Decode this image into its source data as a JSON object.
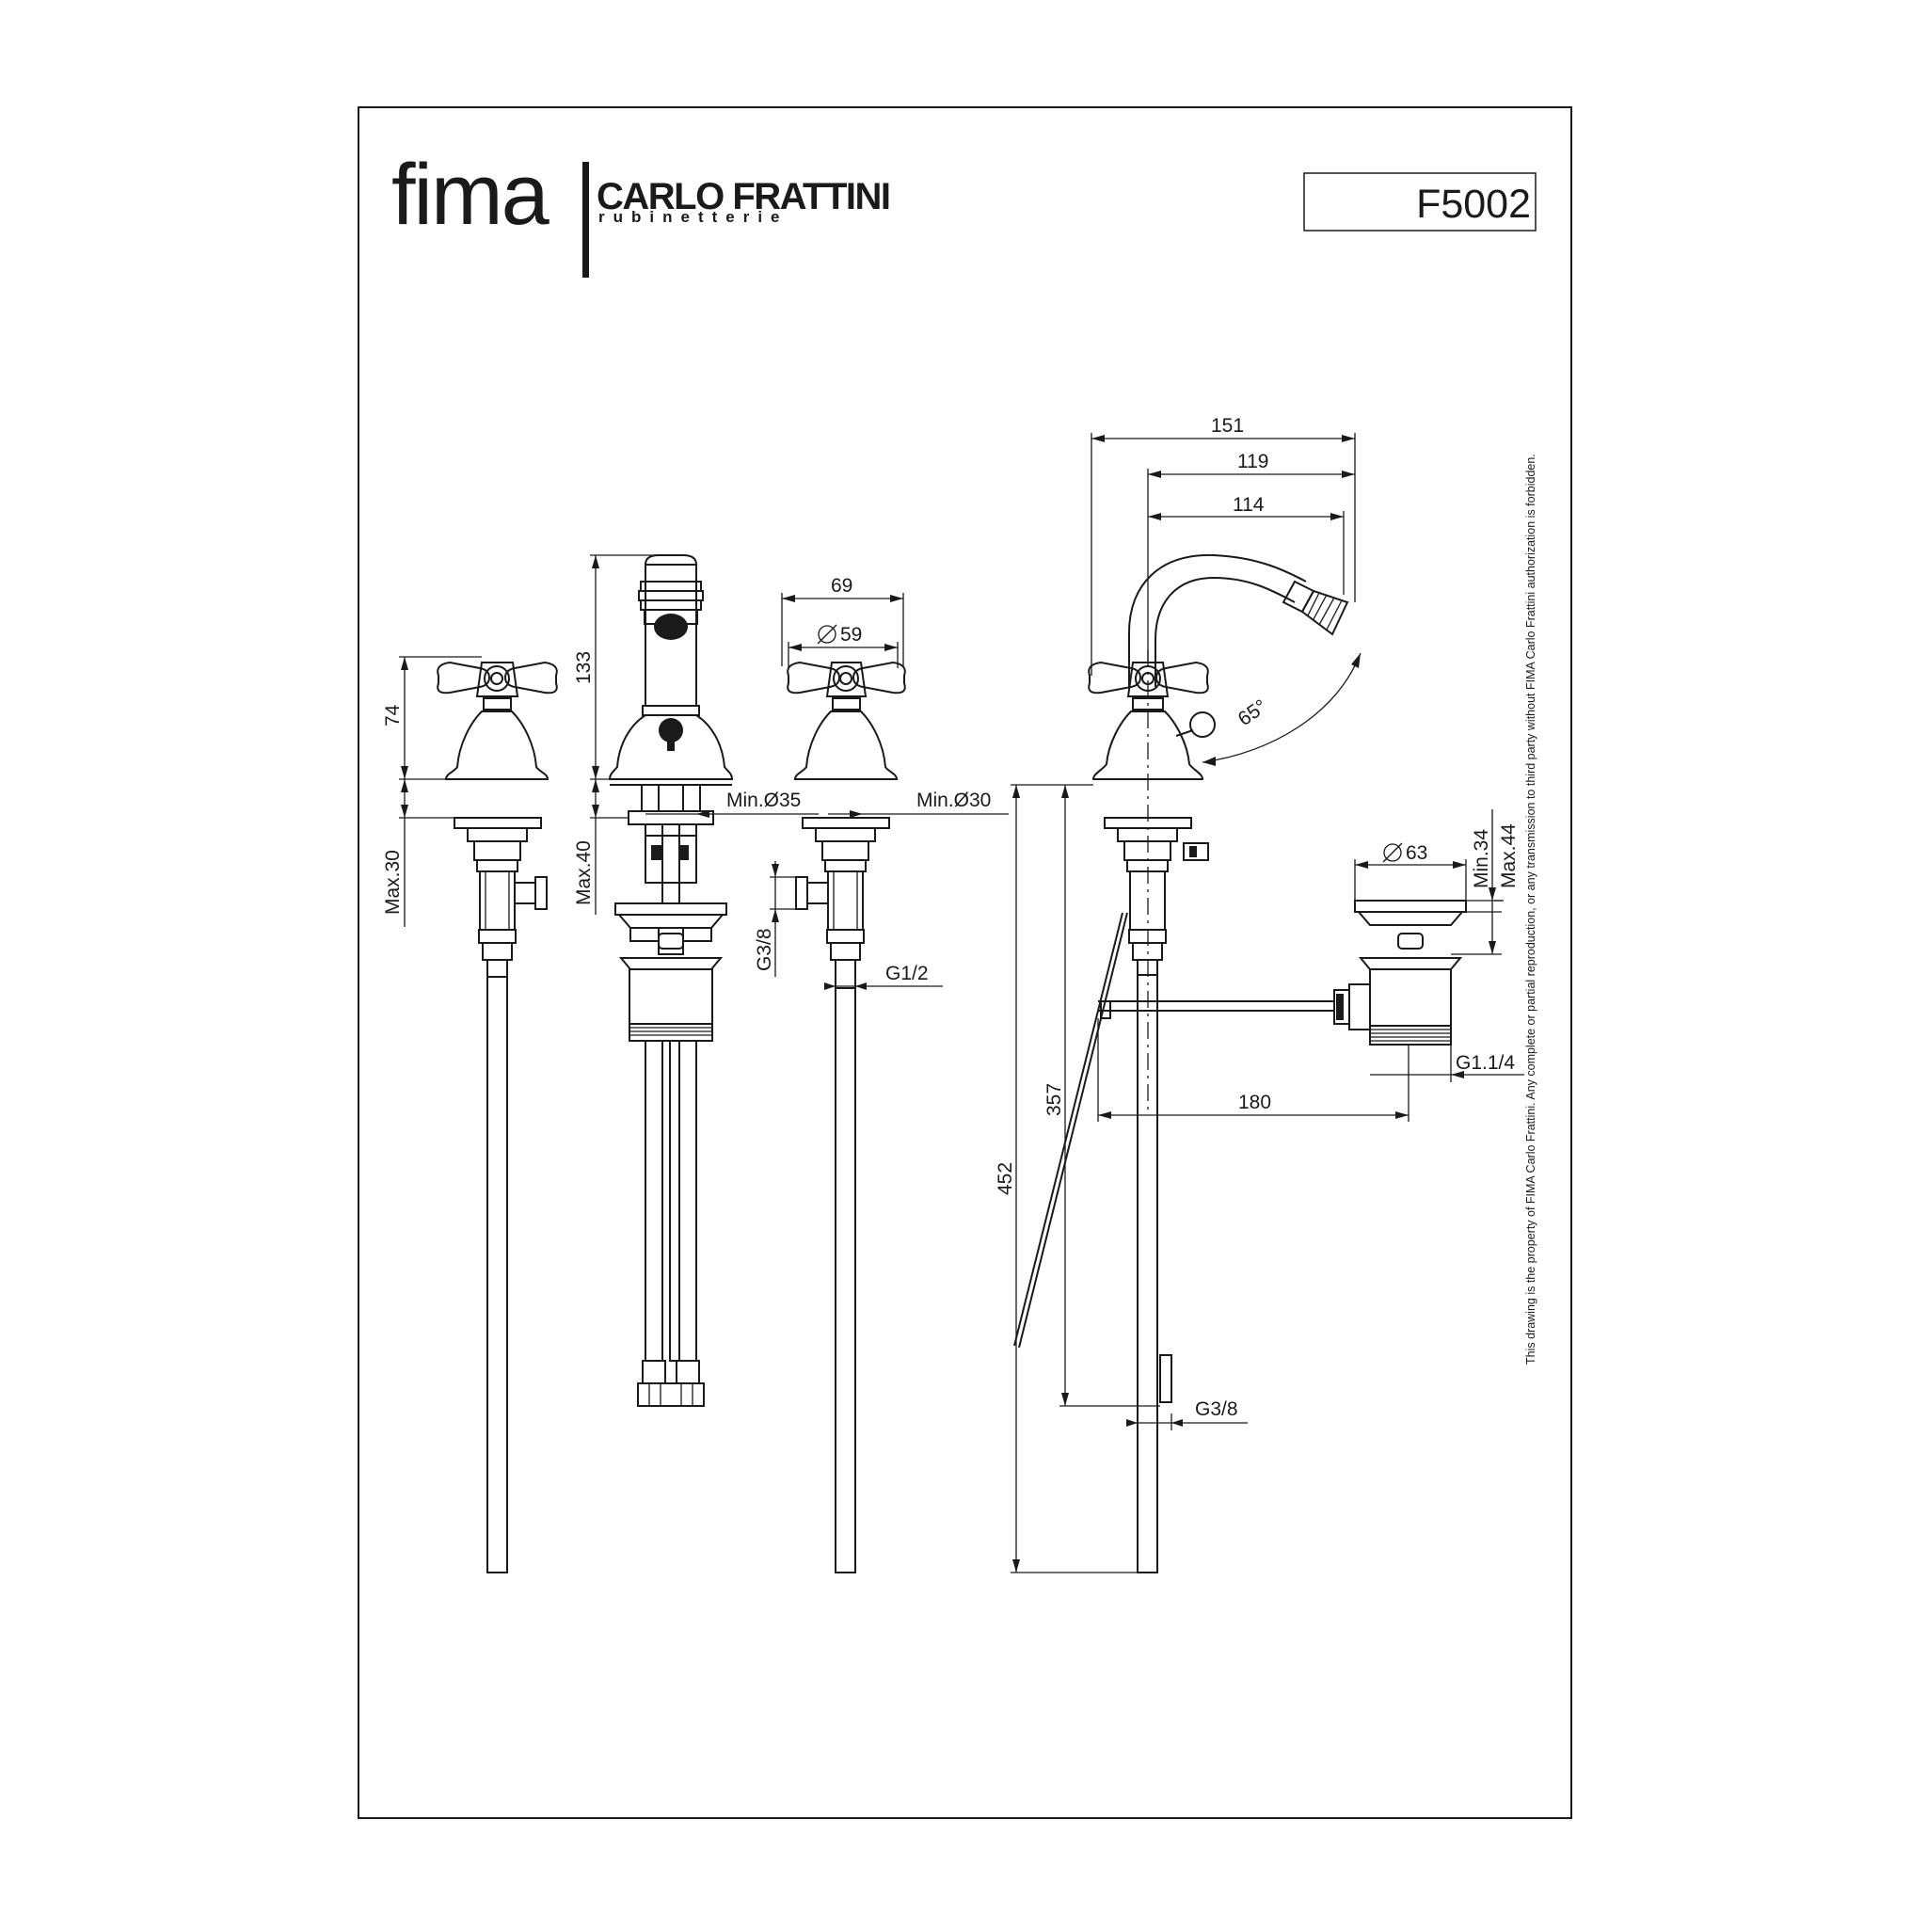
{
  "brand": {
    "name": "fima",
    "maker": "CARLO FRATTINI",
    "tagline": "rubinetterie"
  },
  "model_code": "F5002",
  "notice": "This drawing is the property of FIMA Carlo Frattini. Any complete or partial reproduction, or any transmission to third party without FIMA Carlo Frattini authorization is forbidden.",
  "dimensions": {
    "left_valve_height": "74",
    "left_valve_deck": "Max.30",
    "spout_height": "133",
    "spout_deck": "Max.40",
    "spout_hole": "Min.Ø35",
    "right_valve_width": "69",
    "right_valve_diameter": "59",
    "right_valve_hole": "Min.Ø30",
    "right_valve_thread_side": "G3/8",
    "right_valve_thread_bottom": "G1/2",
    "overall_reach": "151",
    "spout_reach_outer": "119",
    "spout_reach_inner": "114",
    "swivel_angle": "65°",
    "waste_diameter": "63",
    "waste_min": "Min.34",
    "waste_max": "Max.44",
    "waste_thread": "G1.1/4",
    "waste_rod_length": "180",
    "hose_length": "357",
    "overall_length": "452",
    "hose_thread": "G3/8"
  }
}
